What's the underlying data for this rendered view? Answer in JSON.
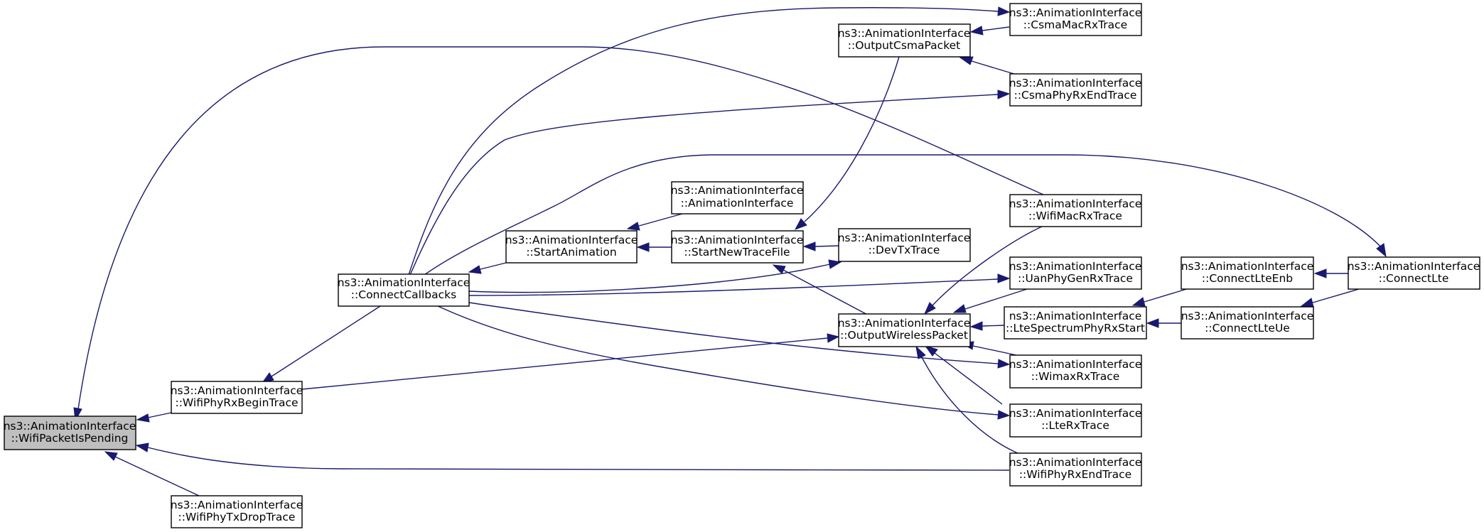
{
  "colors": {
    "edge": "#191970",
    "root_fill": "#bfbfbf",
    "node_fill": "#ffffff",
    "node_border": "#000000"
  },
  "nodes": {
    "wifi_packet_is_pending": {
      "line1": "ns3::AnimationInterface",
      "line2": "::WifiPacketIsPending"
    },
    "wifi_phy_rx_begin_trace": {
      "line1": "ns3::AnimationInterface",
      "line2": "::WifiPhyRxBeginTrace"
    },
    "wifi_phy_tx_drop_trace": {
      "line1": "ns3::AnimationInterface",
      "line2": "::WifiPhyTxDropTrace"
    },
    "connect_callbacks": {
      "line1": "ns3::AnimationInterface",
      "line2": "::ConnectCallbacks"
    },
    "start_animation": {
      "line1": "ns3::AnimationInterface",
      "line2": "::StartAnimation"
    },
    "animation_interface": {
      "line1": "ns3::AnimationInterface",
      "line2": "::AnimationInterface"
    },
    "start_new_trace_file": {
      "line1": "ns3::AnimationInterface",
      "line2": "::StartNewTraceFile"
    },
    "output_csma_packet": {
      "line1": "ns3::AnimationInterface",
      "line2": "::OutputCsmaPacket"
    },
    "dev_tx_trace": {
      "line1": "ns3::AnimationInterface",
      "line2": "::DevTxTrace"
    },
    "output_wireless_packet": {
      "line1": "ns3::AnimationInterface",
      "line2": "::OutputWirelessPacket"
    },
    "csma_mac_rx_trace": {
      "line1": "ns3::AnimationInterface",
      "line2": "::CsmaMacRxTrace"
    },
    "csma_phy_rx_end_trace": {
      "line1": "ns3::AnimationInterface",
      "line2": "::CsmaPhyRxEndTrace"
    },
    "wifi_mac_rx_trace": {
      "line1": "ns3::AnimationInterface",
      "line2": "::WifiMacRxTrace"
    },
    "uan_phy_gen_rx_trace": {
      "line1": "ns3::AnimationInterface",
      "line2": "::UanPhyGenRxTrace"
    },
    "lte_spectrum_phy_rx_start": {
      "line1": "ns3::AnimationInterface",
      "line2": "::LteSpectrumPhyRxStart"
    },
    "wimax_rx_trace": {
      "line1": "ns3::AnimationInterface",
      "line2": "::WimaxRxTrace"
    },
    "lte_rx_trace": {
      "line1": "ns3::AnimationInterface",
      "line2": "::LteRxTrace"
    },
    "wifi_phy_rx_end_trace": {
      "line1": "ns3::AnimationInterface",
      "line2": "::WifiPhyRxEndTrace"
    },
    "connect_lte_enb": {
      "line1": "ns3::AnimationInterface",
      "line2": "::ConnectLteEnb"
    },
    "connect_lte_ue": {
      "line1": "ns3::AnimationInterface",
      "line2": "::ConnectLteUe"
    },
    "connect_lte": {
      "line1": "ns3::AnimationInterface",
      "line2": "::ConnectLte"
    }
  }
}
